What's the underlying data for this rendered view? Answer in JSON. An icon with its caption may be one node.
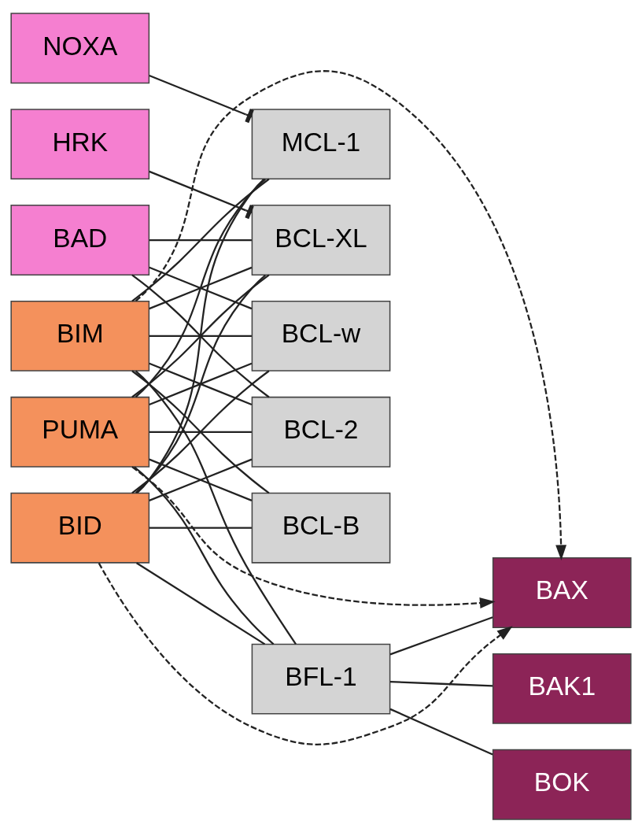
{
  "diagram": {
    "nodes": [
      {
        "text": [
          "NOXA"
        ]
      },
      {
        "text": [
          "HRK"
        ]
      },
      {
        "text": [
          "BAD"
        ]
      },
      {
        "text": [
          "BIM"
        ]
      },
      {
        "text": [
          "PUMA"
        ]
      },
      {
        "text": [
          "BID"
        ]
      },
      {
        "text": [
          "MCL-1"
        ]
      },
      {
        "text": [
          "BCL-XL"
        ]
      },
      {
        "text": [
          "BCL-w"
        ]
      },
      {
        "text": [
          "BCL-2"
        ]
      },
      {
        "text": [
          "BCL-B"
        ]
      },
      {
        "text": [
          "BFL-1"
        ]
      },
      {
        "text": [
          "BAX"
        ]
      },
      {
        "text": [
          "BAK1"
        ]
      },
      {
        "text": [
          "BOK"
        ]
      }
    ],
    "edges": [
      {
        "from": 0,
        "to": 6,
        "arrow": "other"
      },
      {
        "from": 1,
        "to": 7,
        "arrow": "other"
      },
      {
        "from": 2,
        "to": 7,
        "arrow": "none"
      },
      {
        "from": 2,
        "to": 8,
        "arrow": "none"
      },
      {
        "from": 2,
        "to": 9,
        "arrow": "none"
      },
      {
        "from": 3,
        "to": 6,
        "arrow": "none"
      },
      {
        "from": 3,
        "to": 7,
        "arrow": "none"
      },
      {
        "from": 3,
        "to": 8,
        "arrow": "none"
      },
      {
        "from": 3,
        "to": 9,
        "arrow": "none"
      },
      {
        "from": 3,
        "to": 10,
        "arrow": "none"
      },
      {
        "from": 3,
        "to": 11,
        "arrow": "none"
      },
      {
        "from": 4,
        "to": 6,
        "arrow": "none"
      },
      {
        "from": 4,
        "to": 7,
        "arrow": "none"
      },
      {
        "from": 4,
        "to": 8,
        "arrow": "none"
      },
      {
        "from": 4,
        "to": 9,
        "arrow": "none"
      },
      {
        "from": 4,
        "to": 10,
        "arrow": "none"
      },
      {
        "from": 4,
        "to": 11,
        "arrow": "none"
      },
      {
        "from": 5,
        "to": 6,
        "arrow": "none"
      },
      {
        "from": 5,
        "to": 7,
        "arrow": "none"
      },
      {
        "from": 5,
        "to": 8,
        "arrow": "none"
      },
      {
        "from": 5,
        "to": 9,
        "arrow": "none"
      },
      {
        "from": 5,
        "to": 10,
        "arrow": "none"
      },
      {
        "from": 5,
        "to": 11,
        "arrow": "none"
      },
      {
        "from": 3,
        "to": 12,
        "arrow": "to",
        "style": "dashed"
      },
      {
        "from": 4,
        "to": 12,
        "arrow": "to",
        "style": "dashed"
      },
      {
        "from": 5,
        "to": 12,
        "arrow": "to",
        "style": "dashed"
      },
      {
        "from": 11,
        "to": 12,
        "arrow": "none"
      },
      {
        "from": 11,
        "to": 13,
        "arrow": "none"
      },
      {
        "from": 11,
        "to": 14,
        "arrow": "none"
      }
    ]
  }
}
